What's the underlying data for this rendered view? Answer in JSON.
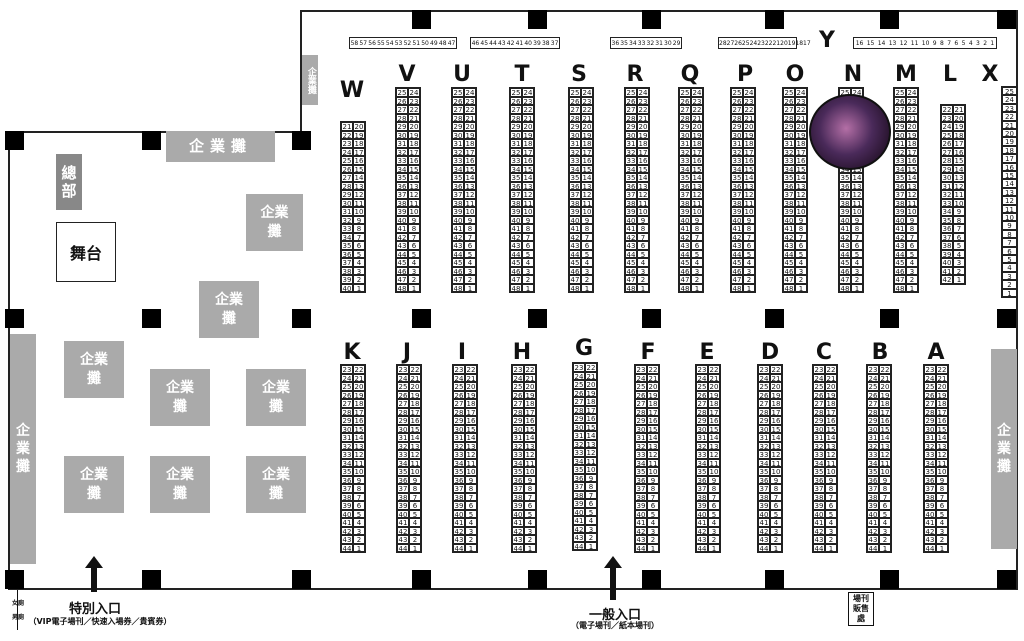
{
  "enterprise_label": "企業攤",
  "hq_label": "總部",
  "stage_label": "舞台",
  "special_entrance": {
    "title": "特別入口",
    "sub": "（VIP電子場刊／快速入場券／貴賓券）"
  },
  "general_entrance": {
    "title": "一般入口",
    "sub": "（電子場刊／紙本場刊）"
  },
  "booklet_sales": "場刊販售處",
  "restroom": {
    "female": "女廁",
    "male": "男廁"
  },
  "top_rows": [
    "W",
    "V",
    "U",
    "T",
    "S",
    "R",
    "Q",
    "P",
    "O",
    "N",
    "M",
    "L",
    "X"
  ],
  "bottom_rows": [
    "K",
    "J",
    "I",
    "H",
    "G",
    "F",
    "E",
    "D",
    "C",
    "B",
    "A"
  ],
  "y_label": "Y",
  "y_numbers_a": [
    "58",
    "57",
    "56",
    "55",
    "54",
    "53",
    "52",
    "51",
    "50",
    "49",
    "48",
    "47"
  ],
  "y_numbers_b": [
    "46",
    "45",
    "44",
    "43",
    "42",
    "41",
    "40",
    "39",
    "38",
    "37"
  ],
  "y_numbers_c": [
    "36",
    "35",
    "34",
    "33",
    "32",
    "31",
    "30",
    "29"
  ],
  "y_numbers_d": [
    "28",
    "27",
    "26",
    "25",
    "24",
    "23",
    "22",
    "21",
    "20",
    "19",
    "18",
    "17"
  ],
  "y_numbers_e": [
    "16",
    "15",
    "14",
    "13",
    "12",
    "11",
    "10",
    "9",
    "8",
    "7",
    "6",
    "5",
    "4",
    "3",
    "2",
    "1"
  ],
  "colors": {
    "booth_gray": "#aaaaaa",
    "hq_gray": "#888888",
    "highlight": "#e55a6b"
  }
}
